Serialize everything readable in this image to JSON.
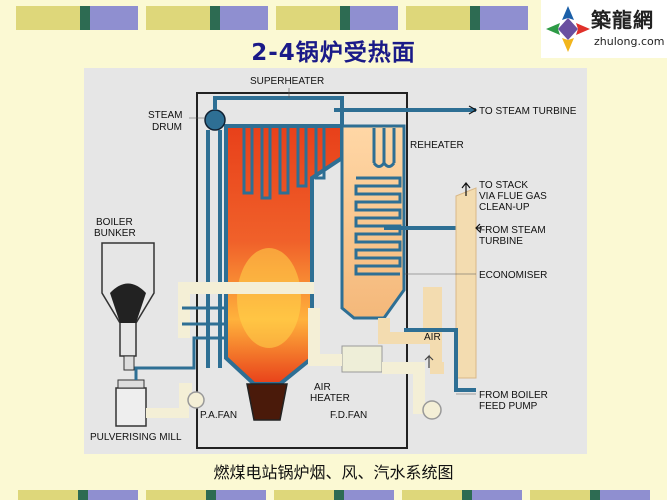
{
  "title": "2-4锅炉受热面",
  "logo": {
    "cn_text": "築龍網",
    "en_text": "zhulong.com",
    "icon": "zhulong-logo-icon"
  },
  "caption": "燃煤电站锅炉烟、风、汽水系统图",
  "colors": {
    "background": "#fbf9d3",
    "band": [
      "#8f8fd0",
      "#fbf9d3",
      "#ded77a",
      "#2d6b52"
    ],
    "water_steam_pipe": "#2e6f94",
    "air_duct": "#f3dcb0",
    "furnace_hot": "#e5471a",
    "furnace_glow": "#ffd54a"
  },
  "labels": {
    "superheater": "SUPERHEATER",
    "steam_drum_1": "STEAM",
    "steam_drum_2": "DRUM",
    "to_steam_turbine": "TO STEAM TURBINE",
    "reheater": "REHEATER",
    "to_stack_1": "TO STACK",
    "to_stack_2": "VIA FLUE GAS",
    "to_stack_3": "CLEAN-UP",
    "from_steam_turbine_1": "FROM STEAM",
    "from_steam_turbine_2": "TURBINE",
    "economiser": "ECONOMISER",
    "boiler_bunker_1": "BOILER",
    "boiler_bunker_2": "BUNKER",
    "air": "AIR",
    "air_heater_1": "AIR",
    "air_heater_2": "HEATER",
    "from_boiler_feed_pump_1": "FROM BOILER",
    "from_boiler_feed_pump_2": "FEED PUMP",
    "pa_fan": "P.A.FAN",
    "fd_fan": "F.D.FAN",
    "pulverising_mill": "PULVERISING MILL"
  }
}
